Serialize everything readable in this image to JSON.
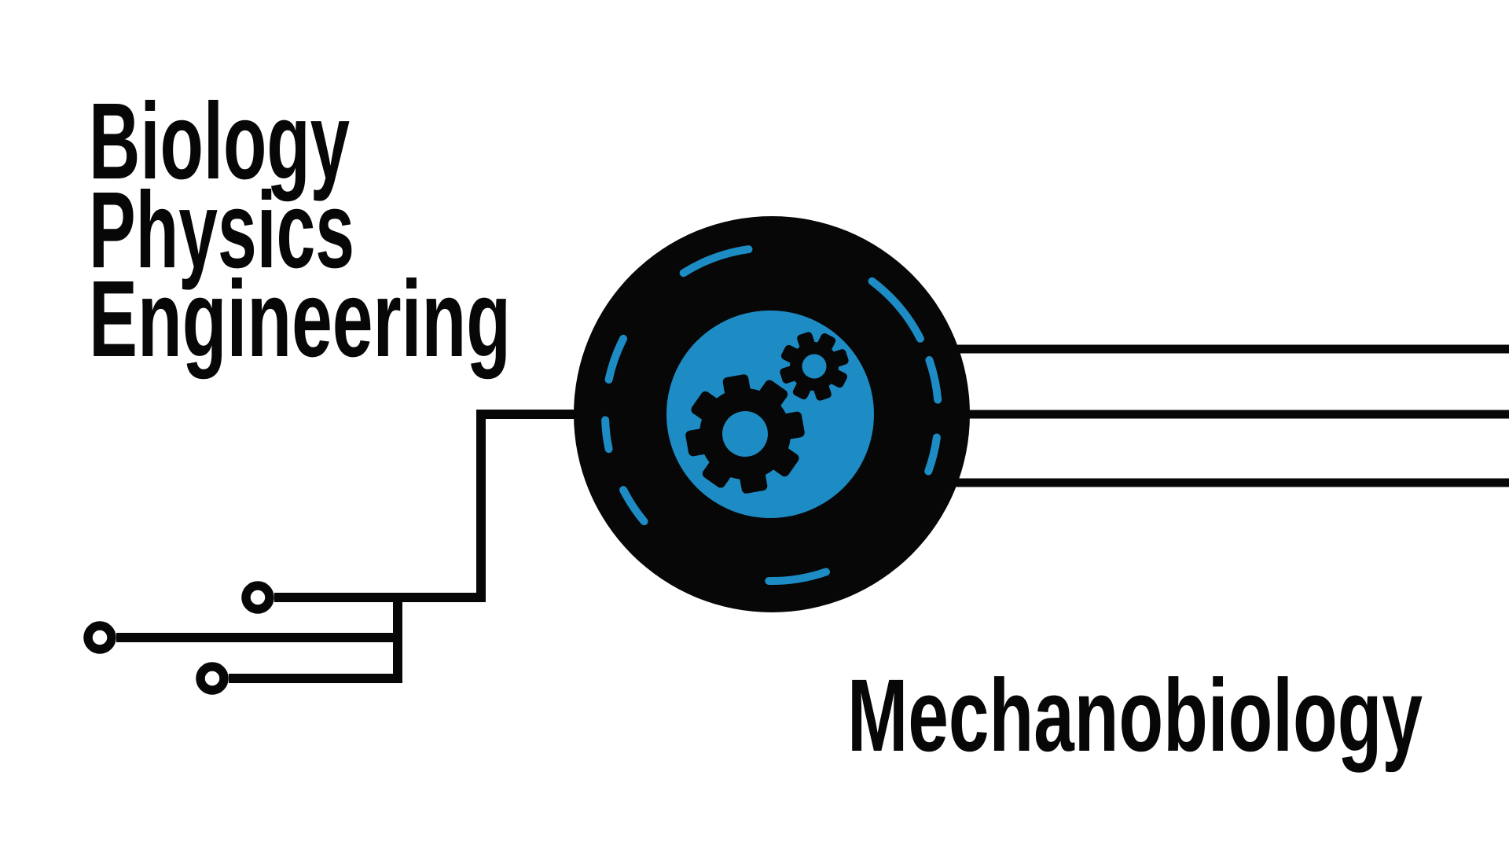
{
  "disciplines": {
    "items": [
      "Biology",
      "Physics",
      "Engineering"
    ]
  },
  "field": {
    "title": "Mechanobiology"
  },
  "icons": {
    "center": "wheel-gears-icon",
    "left_decoration": "circuit-trace-with-nodes",
    "right_decoration": "three-parallel-wires"
  },
  "palette": {
    "accent_blue": "#1d8bc4",
    "ink_black": "#070707",
    "background": "#ffffff"
  }
}
